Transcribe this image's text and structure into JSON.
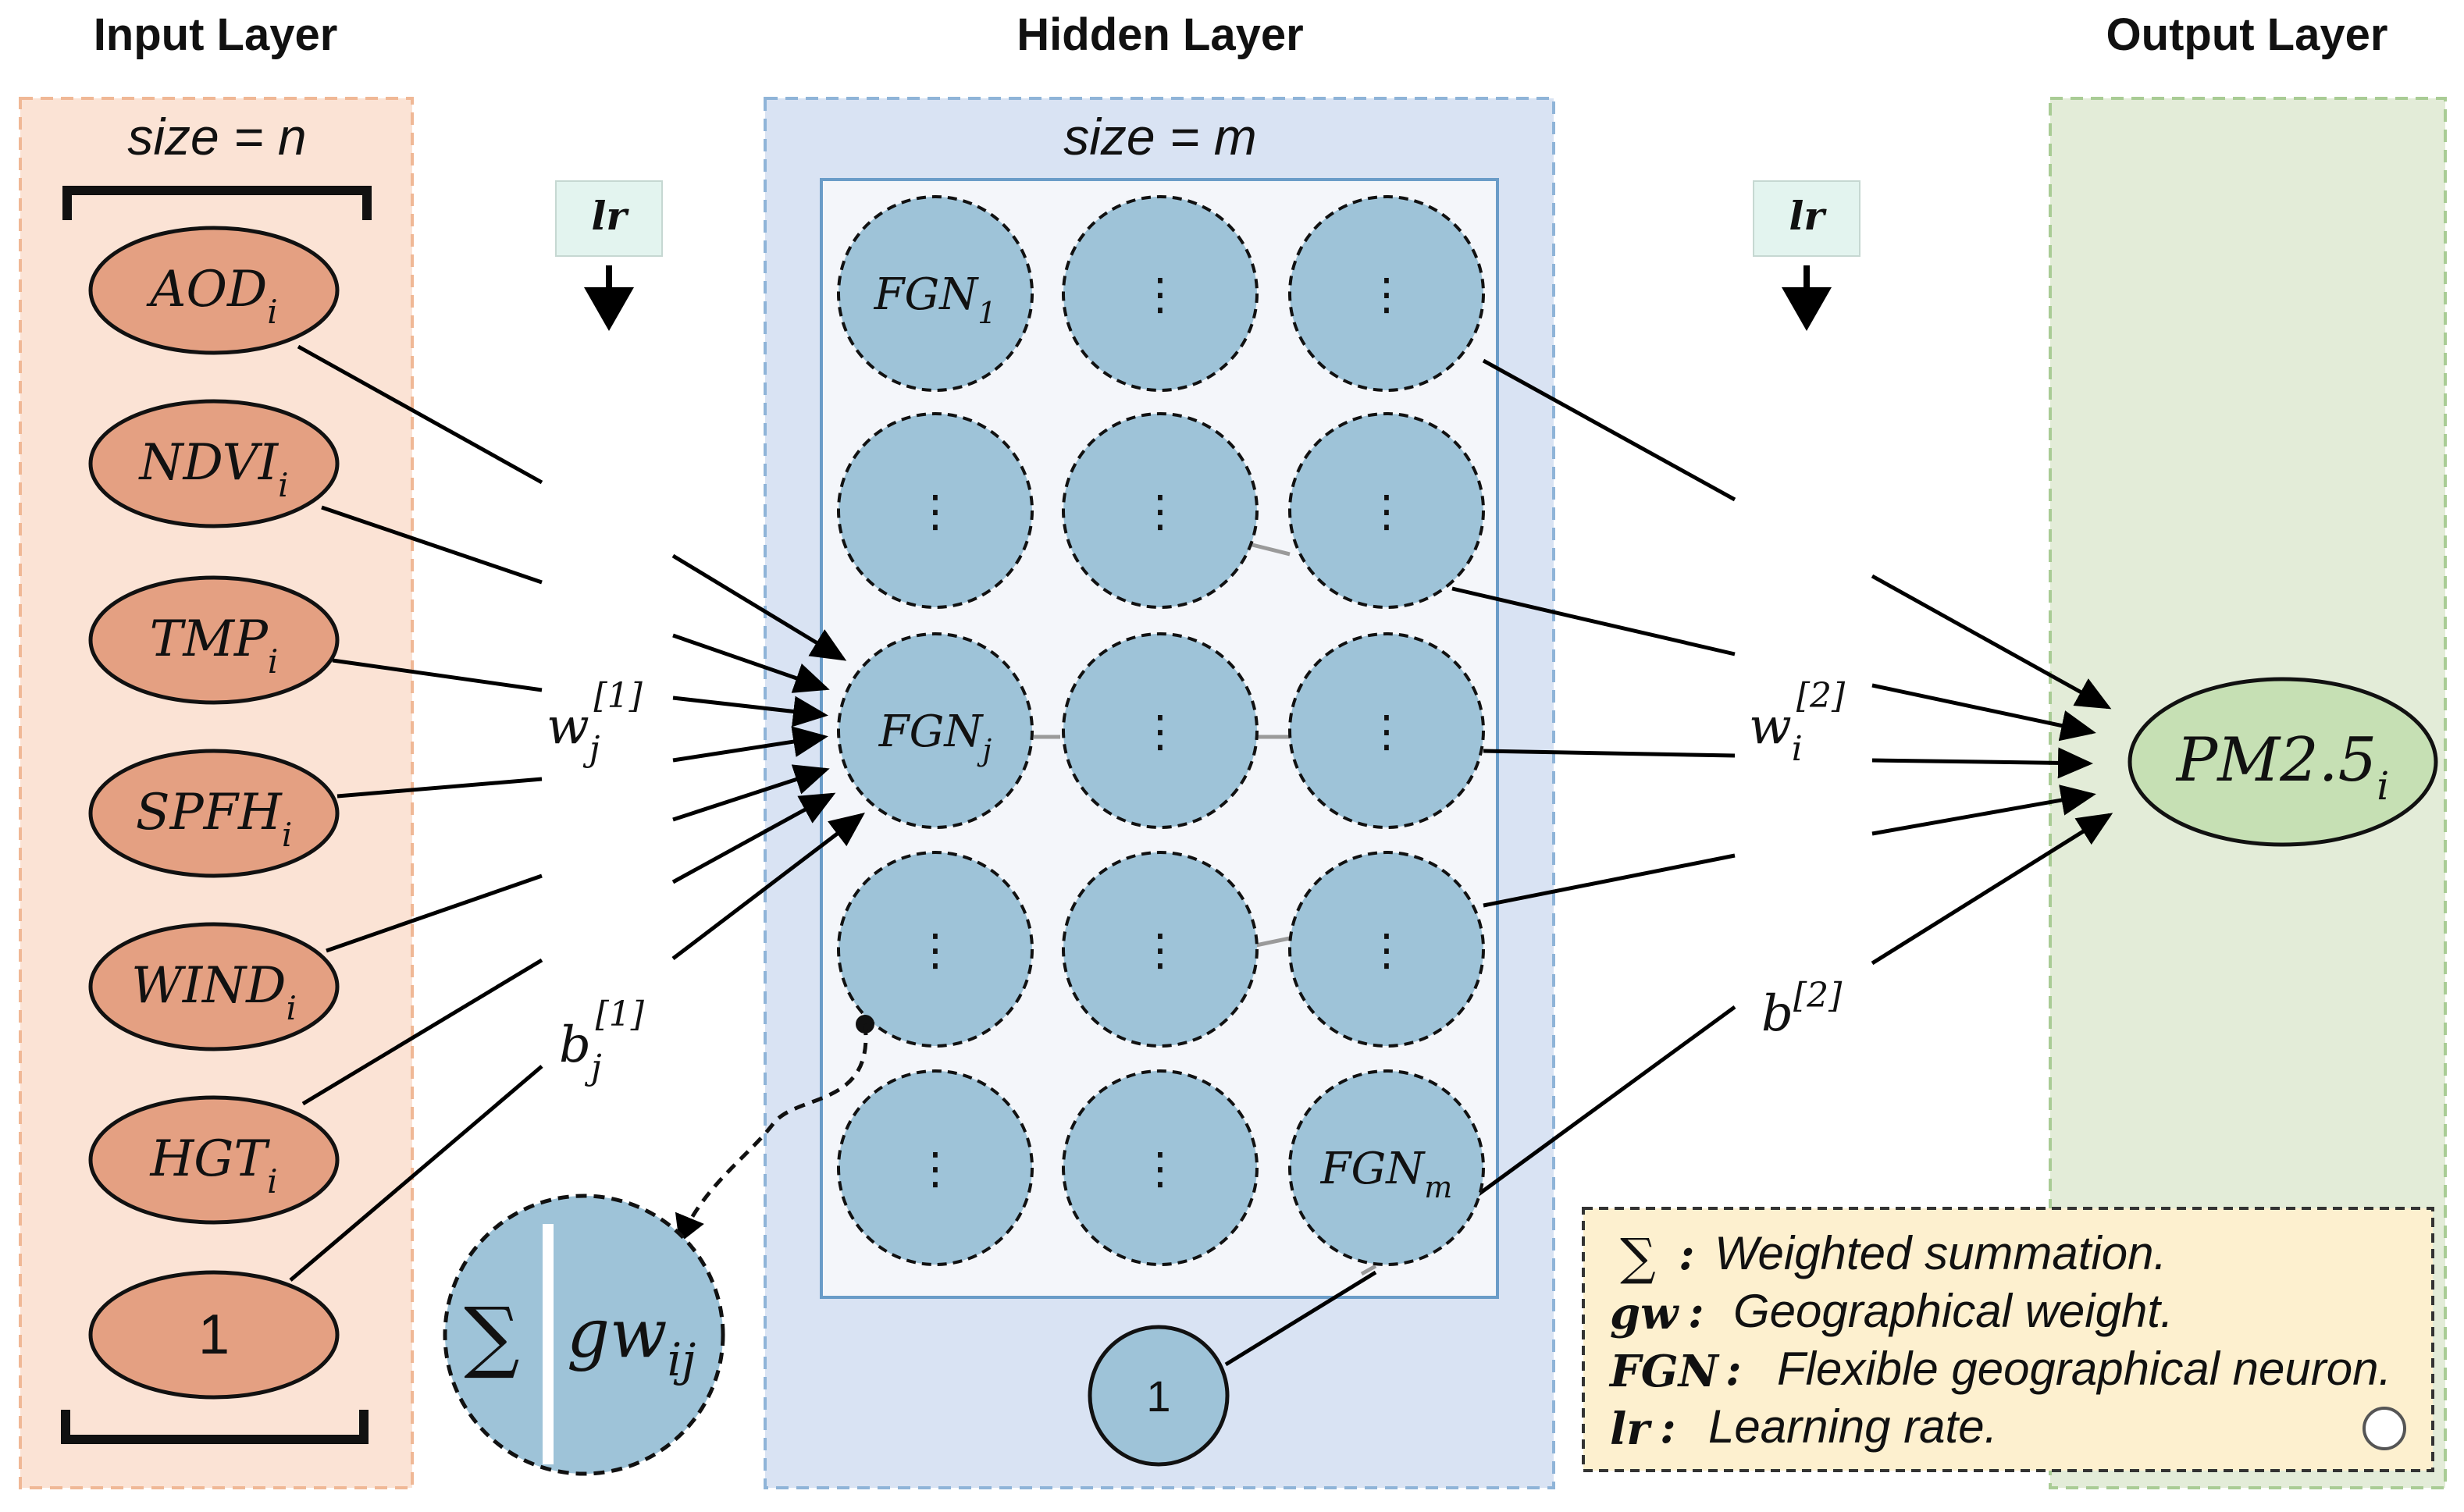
{
  "layers": {
    "input": {
      "title": "Input Layer",
      "size_label": "size = n"
    },
    "hidden": {
      "title": "Hidden Layer",
      "size_label": "size = m"
    },
    "output": {
      "title": "Output Layer"
    }
  },
  "inputs": [
    {
      "base": "AOD",
      "sub": "i"
    },
    {
      "base": "NDVI",
      "sub": "i"
    },
    {
      "base": "TMP",
      "sub": "i"
    },
    {
      "base": "SPFH",
      "sub": "i"
    },
    {
      "base": "WIND",
      "sub": "i"
    },
    {
      "base": "HGT",
      "sub": "i"
    },
    {
      "base": "1",
      "sub": ""
    }
  ],
  "hidden_nodes": {
    "dots": "⋮",
    "first": {
      "base": "FGN",
      "sub": "1"
    },
    "middle": {
      "base": "FGN",
      "sub": "j"
    },
    "last": {
      "base": "FGN",
      "sub": "m"
    },
    "bias": "1"
  },
  "output_node": {
    "base": "PM2.5",
    "sub": "i"
  },
  "learning_rate": "lr",
  "weights": {
    "w1": {
      "base": "w",
      "sub": "j",
      "sup": "[1]"
    },
    "b1": {
      "base": "b",
      "sub": "j",
      "sup": "[1]"
    },
    "w2": {
      "base": "w",
      "sub": "i",
      "sup": "[2]"
    },
    "b2": {
      "base": "b",
      "sub": "",
      "sup": "[2]"
    }
  },
  "neuron_detail": {
    "sum_symbol": "∑",
    "base": "gw",
    "sub": "ij"
  },
  "legend": [
    {
      "key": "∑",
      "sep": ":",
      "text": "Weighted summation."
    },
    {
      "key": "gw",
      "sep": ":",
      "text": "Geographical weight."
    },
    {
      "key": "FGN",
      "sep": ":",
      "text": "Flexible geographical neuron."
    },
    {
      "key": "lr",
      "sep": ":",
      "text": "Learning rate."
    }
  ],
  "colors": {
    "input_panel": "#fbe3d5",
    "input_border": "#f0b896",
    "input_node": "#e4a082",
    "hidden_panel": "#d9e3f3",
    "hidden_border": "#8fb4d8",
    "hidden_inner": "#f4f6fa",
    "hidden_node": "#9ec3d8",
    "output_panel": "#e3ecd8",
    "output_border": "#a9cc95",
    "output_node": "#c6e0b4",
    "lr_box": "#e3f4ef",
    "legend_box": "#fdf0cf"
  }
}
